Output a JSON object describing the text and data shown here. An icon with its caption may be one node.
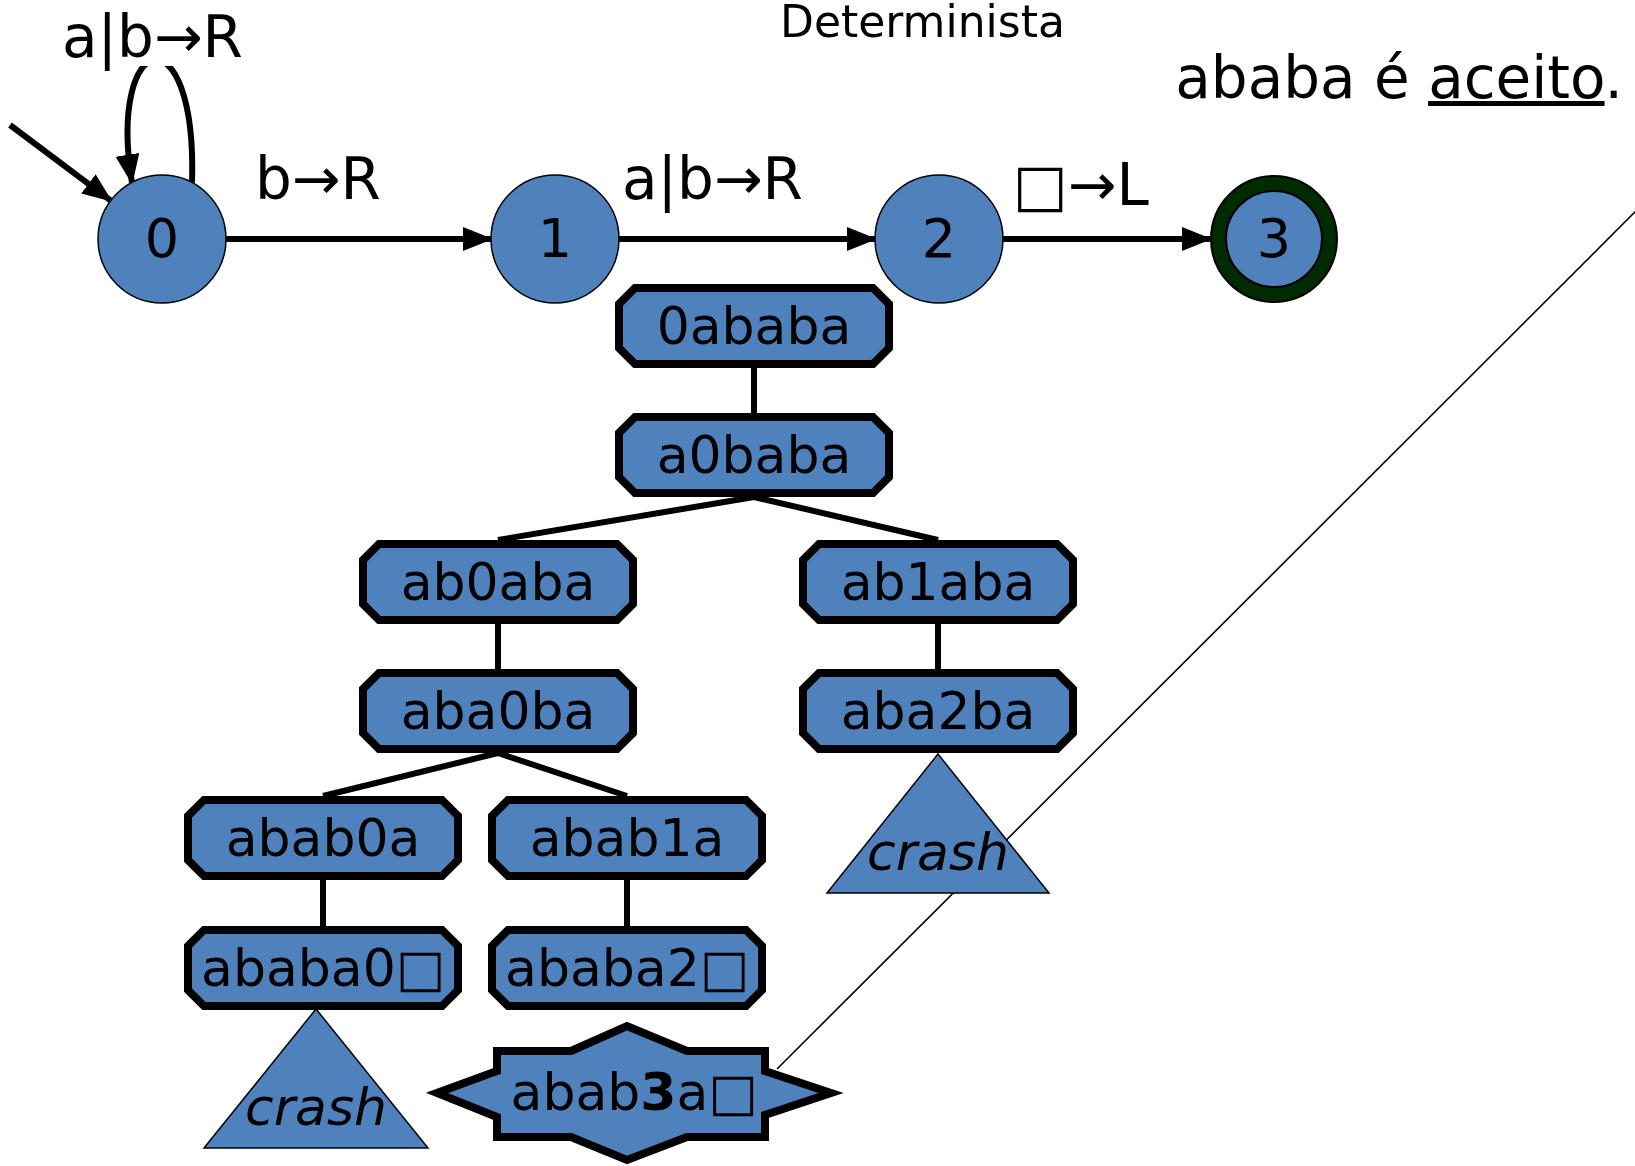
{
  "diagram": {
    "title": "Determinista",
    "nodes": [
      {
        "text": [
          "0"
        ]
      },
      {
        "text": [
          "1"
        ]
      },
      {
        "text": [
          "2"
        ]
      },
      {
        "text": [
          "3"
        ]
      },
      {
        "text": [
          "0ababa"
        ]
      },
      {
        "text": [
          "a0baba"
        ]
      },
      {
        "text": [
          "ab0aba"
        ]
      },
      {
        "text": [
          "ab1aba"
        ]
      },
      {
        "text": [
          "aba0ba"
        ]
      },
      {
        "text": [
          "aba2ba"
        ]
      },
      {
        "text": [
          "crash"
        ]
      },
      {
        "text": [
          "abab0a"
        ]
      },
      {
        "text": [
          "abab1a"
        ]
      },
      {
        "text": [
          "ababa0□"
        ]
      },
      {
        "text": [
          "ababa2□"
        ]
      },
      {
        "text": [
          "crash"
        ]
      },
      {
        "text": [
          "abab**3**a□"
        ]
      }
    ],
    "edges": [
      {
        "from": null,
        "to": 0,
        "arrow": "to"
      },
      {
        "from": 0,
        "to": 0,
        "arrow": "to",
        "label": "a|b→R"
      },
      {
        "from": 0,
        "to": 1,
        "arrow": "to",
        "label": "b→R"
      },
      {
        "from": 1,
        "to": 2,
        "arrow": "to",
        "label": "a|b→R"
      },
      {
        "from": 2,
        "to": 3,
        "arrow": "to",
        "label": "□→L"
      },
      {
        "from": 4,
        "to": 5,
        "arrow": "none"
      },
      {
        "from": 5,
        "to": 6,
        "arrow": "none"
      },
      {
        "from": 5,
        "to": 7,
        "arrow": "none"
      },
      {
        "from": 6,
        "to": 8,
        "arrow": "none"
      },
      {
        "from": 7,
        "to": 9,
        "arrow": "none"
      },
      {
        "from": 8,
        "to": 11,
        "arrow": "none"
      },
      {
        "from": 8,
        "to": 12,
        "arrow": "none"
      },
      {
        "from": 11,
        "to": 13,
        "arrow": "none"
      },
      {
        "from": 12,
        "to": 14,
        "arrow": "none"
      },
      {
        "from": null,
        "to": 16,
        "arrow": "none"
      }
    ],
    "labels": [
      "ababa é aceito."
    ]
  }
}
